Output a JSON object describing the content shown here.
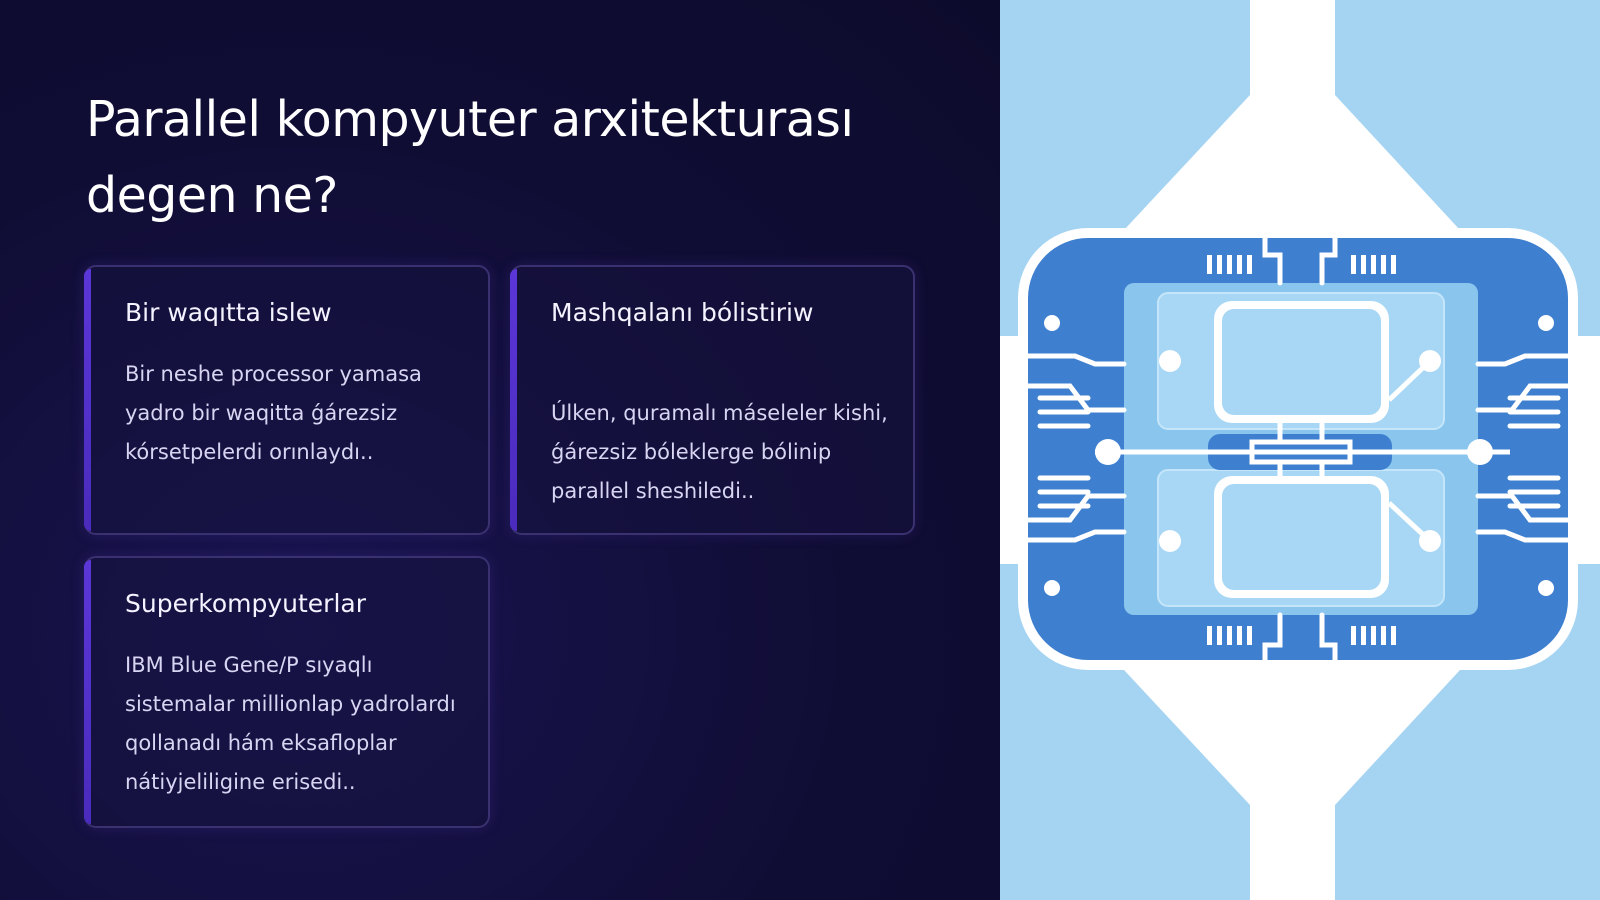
{
  "slide": {
    "title": "Parallel kompyuter arxitekturası degen ne?",
    "cards": [
      {
        "title": "Bir waqıtta islew",
        "text": "Bir neshe processor yamasa yadro bir waqitta ǵárezsiz kórsetpelerdi orınlaydı.."
      },
      {
        "title": "Mashqalanı bólistiriw",
        "text": "Úlken, quramalı máseleler kishi, ǵárezsiz bóleklerge bólinip parallel sheshiledi.."
      },
      {
        "title": "Superkompyuterlar",
        "text": "IBM Blue Gene/P sıyaqlı sistemalar millionlap yadrolardı qollanadı hám eksafloplar nátiyjeliligine erisedi.."
      }
    ]
  },
  "illustration": {
    "icon": "processor-chip-icon",
    "colors": {
      "background": "#a5d4f3",
      "board": "#3e7fcf",
      "core": "#a7d7f4",
      "trace": "#ffffff"
    }
  }
}
